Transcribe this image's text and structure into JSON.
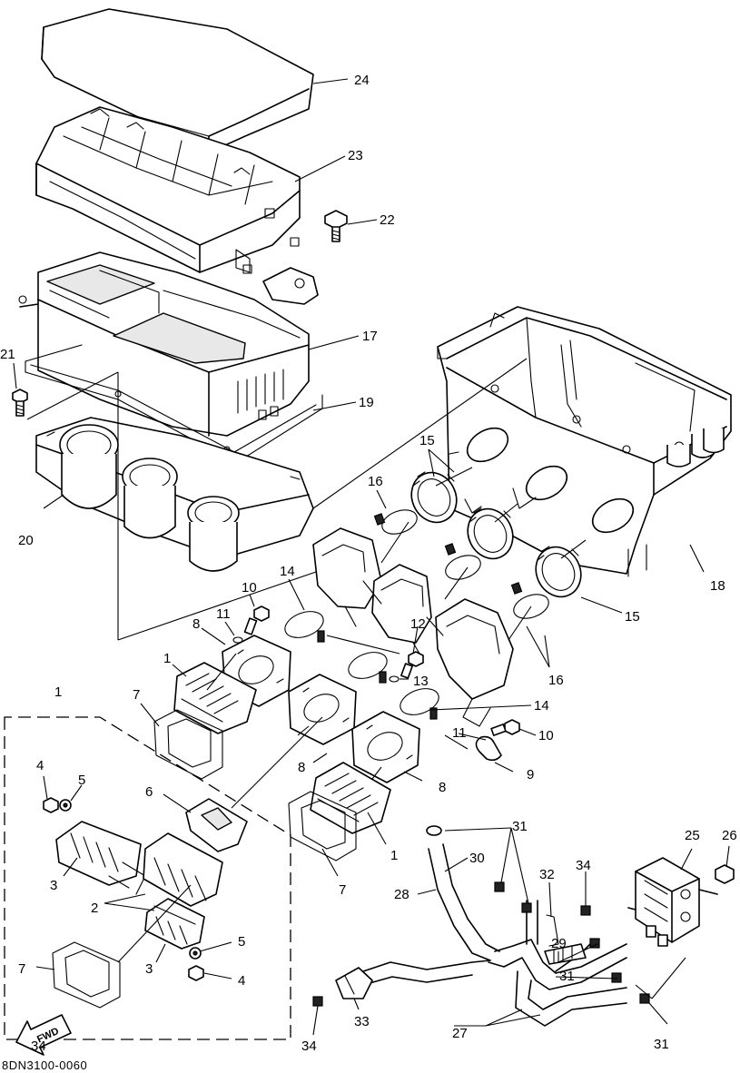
{
  "diagram_code": "8DN3100-0060",
  "fwd_label": "FWD",
  "callouts": {
    "c1a": "1",
    "c1b": "1",
    "c1c": "1",
    "c2": "2",
    "c3a": "3",
    "c3b": "3",
    "c4a": "4",
    "c4b": "4",
    "c5a": "5",
    "c5b": "5",
    "c6": "6",
    "c7a": "7",
    "c7b": "7",
    "c7c": "7",
    "c8a": "8",
    "c8b": "8",
    "c8c": "8",
    "c9": "9",
    "c10a": "10",
    "c10b": "10",
    "c11a": "11",
    "c11b": "11",
    "c12": "12",
    "c13": "13",
    "c14a": "14",
    "c14b": "14",
    "c15a": "15",
    "c15b": "15",
    "c16a": "16",
    "c16b": "16",
    "c17": "17",
    "c18": "18",
    "c19": "19",
    "c20": "20",
    "c21": "21",
    "c22": "22",
    "c23": "23",
    "c24": "24",
    "c25": "25",
    "c26": "26",
    "c27": "27",
    "c28": "28",
    "c29": "29",
    "c30": "30",
    "c31a": "31",
    "c31b": "31",
    "c31c": "31",
    "c32": "32",
    "c33": "33",
    "c34a": "34",
    "c34b": "34"
  }
}
